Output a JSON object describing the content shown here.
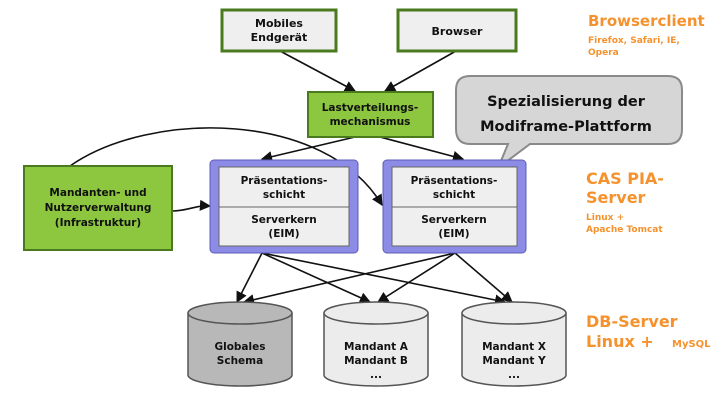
{
  "clients": {
    "mobile": [
      "Mobiles",
      "Endgerät"
    ],
    "browser": "Browser"
  },
  "loadbalancer": [
    "Lastverteilungs-",
    "mechanismus"
  ],
  "tenant_admin": [
    "Mandanten- und",
    "Nutzerverwaltung",
    "(Infrastruktur)"
  ],
  "callout": [
    "Spezialisierung der",
    "Modiframe-Plattform"
  ],
  "servers": [
    {
      "presentation": [
        "Präsentations-",
        "schicht"
      ],
      "core": [
        "Serverkern",
        "(EIM)"
      ]
    },
    {
      "presentation": [
        "Präsentations-",
        "schicht"
      ],
      "core": [
        "Serverkern",
        "(EIM)"
      ]
    }
  ],
  "databases": [
    {
      "lines": [
        "Globales",
        "Schema"
      ]
    },
    {
      "lines": [
        "Mandant A",
        "Mandant B",
        "..."
      ]
    },
    {
      "lines": [
        "Mandant X",
        "Mandant Y",
        "..."
      ]
    }
  ],
  "side_labels": {
    "browserclient": {
      "title": "Browserclient",
      "sub": [
        "Firefox, Safari, IE,",
        "Opera"
      ]
    },
    "server": {
      "title": [
        "CAS PIA-",
        "Server"
      ],
      "sub": [
        "Linux +",
        "Apache Tomcat"
      ]
    },
    "db": {
      "title": [
        "DB-Server",
        "Linux + "
      ],
      "extra": "MySQL"
    }
  },
  "colors": {
    "green": "#8dc63f",
    "green_border": "#4a7a1e",
    "purple": "#8c8ce6",
    "purple_border": "#5c5cb8",
    "box_fill": "#efefef",
    "db_dark": "#b8b8b8",
    "db_light": "#ececec",
    "orange": "#f5922e",
    "callout_fill": "#d6d6d6"
  }
}
